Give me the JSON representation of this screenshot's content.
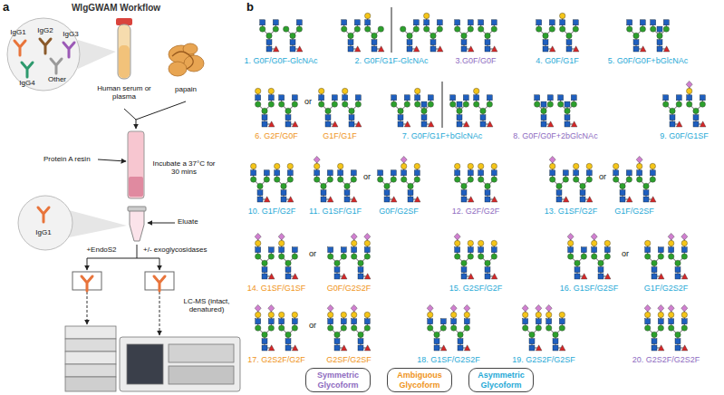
{
  "diagram": {
    "labels": [
      "a",
      "WIgGWAM Workflow",
      "IgG1",
      "IgG2",
      "IgG3",
      "IgG4",
      "Other",
      "Human serum or plasma",
      "papain",
      "Protein A resin",
      "Incubate a 37°C for 30 mins",
      "IgG1",
      "Eluate",
      "+EndoS2",
      "+/- exoglycosidases",
      "LC-MS (intact, denatured)",
      "b",
      "1. G0F/G0F-GlcNAc",
      "2. G0F/G1F-GlcNAc",
      "3.G0F/G0F",
      "4. G0F/G1F",
      "5. G0F/G0F+bGlcNAc",
      "6. G2F/G0F",
      "or",
      "G1F/G1F",
      "7. G0F/G1F+bGlcNAc",
      "8. G0F/G0F+2bGlcNAc",
      "9. G0F/G1SF",
      "10. G1F/G2F",
      "11. G1SF/G1F",
      "or",
      "G0F/G2SF",
      "12. G2F/G2F",
      "13. G1SF/G2F",
      "or",
      "G1F/G2SF",
      "14. G1SF/G1SF",
      "or",
      "G0F/G2S2F",
      "15. G2SF/G2F",
      "16. G1SF/G2SF",
      "or",
      "G1F/G2S2F",
      "17. G2S2F/G2F",
      "or",
      "G2SF/G2SF",
      "18. G1SF/G2S2F",
      "19. G2S2F/G2SF",
      "20. G2S2F/G2S2F"
    ],
    "legend": [
      {
        "text": "Symmetric Glycoform",
        "color": "#8e6bbf"
      },
      {
        "text": "Ambiguous Glycoform",
        "color": "#ef9420"
      },
      {
        "text": "Asymmetric Glycoform",
        "color": "#1fa9d6"
      }
    ]
  }
}
